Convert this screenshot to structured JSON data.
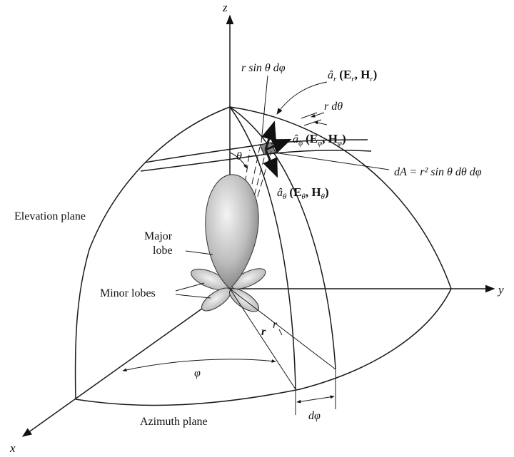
{
  "axes": {
    "z": "z",
    "y": "y",
    "x": "x"
  },
  "labels": {
    "elevation_plane": "Elevation plane",
    "azimuth_plane": "Azimuth plane",
    "major_lobe_line1": "Major",
    "major_lobe_line2": "lobe",
    "minor_lobes": "Minor lobes",
    "r_sin_theta_dphi": "r sin θ dφ",
    "r_dtheta": "r dθ",
    "theta": "θ",
    "phi": "φ",
    "r_inner": "r",
    "r_outer": "r",
    "dphi": "dφ",
    "dA": "dA = r² sin θ dθ dφ"
  },
  "vectors": {
    "ar": {
      "unit": "â",
      "sub": "r",
      "field": "(E",
      "fsub": "r",
      "mid": ", H",
      "hsub": "r",
      "close": ")"
    },
    "aphi": {
      "unit": "â",
      "sub": "φ",
      "field": "(E",
      "fsub": "φ",
      "mid": ", H",
      "hsub": "φ",
      "close": ")"
    },
    "atheta": {
      "unit": "â",
      "sub": "θ",
      "field": "(E",
      "fsub": "θ",
      "mid": ", H",
      "hsub": "θ",
      "close": ")"
    }
  }
}
